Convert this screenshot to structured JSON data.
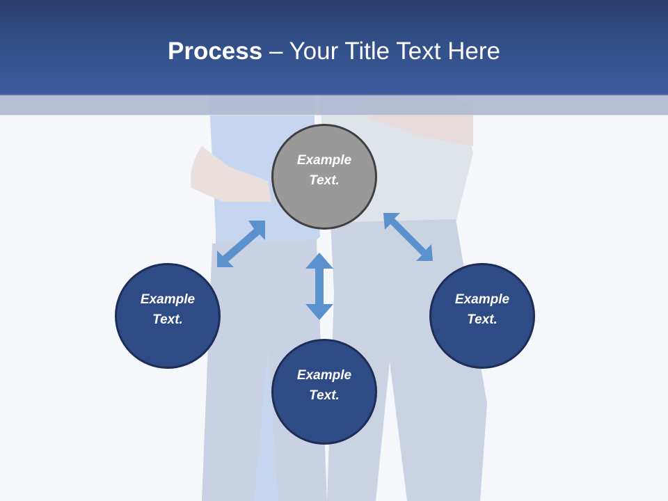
{
  "slide": {
    "title_bold": "Process",
    "title_rest": " – Your Title Text Here"
  },
  "colors": {
    "header_top": "#2a3f6e",
    "header_bottom": "#3d5b9d",
    "strip": "#b9bed3",
    "background": "#f5f7fb",
    "circle_active": "#999999",
    "circle_navy": "#2f4b85",
    "arrow": "#5b91cc"
  },
  "nodes": [
    {
      "id": "top",
      "line1": "Example",
      "line2": "Text.",
      "state": "highlighted"
    },
    {
      "id": "left",
      "line1": "Example",
      "line2": "Text."
    },
    {
      "id": "bottom",
      "line1": "Example",
      "line2": "Text."
    },
    {
      "id": "right",
      "line1": "Example",
      "line2": "Text."
    }
  ],
  "connectors": [
    {
      "from": "left",
      "to": "top",
      "type": "double-arrow-diagonal"
    },
    {
      "from": "top",
      "to": "right",
      "type": "double-arrow-diagonal"
    },
    {
      "from": "top",
      "to": "bottom",
      "type": "double-arrow-vertical"
    }
  ]
}
